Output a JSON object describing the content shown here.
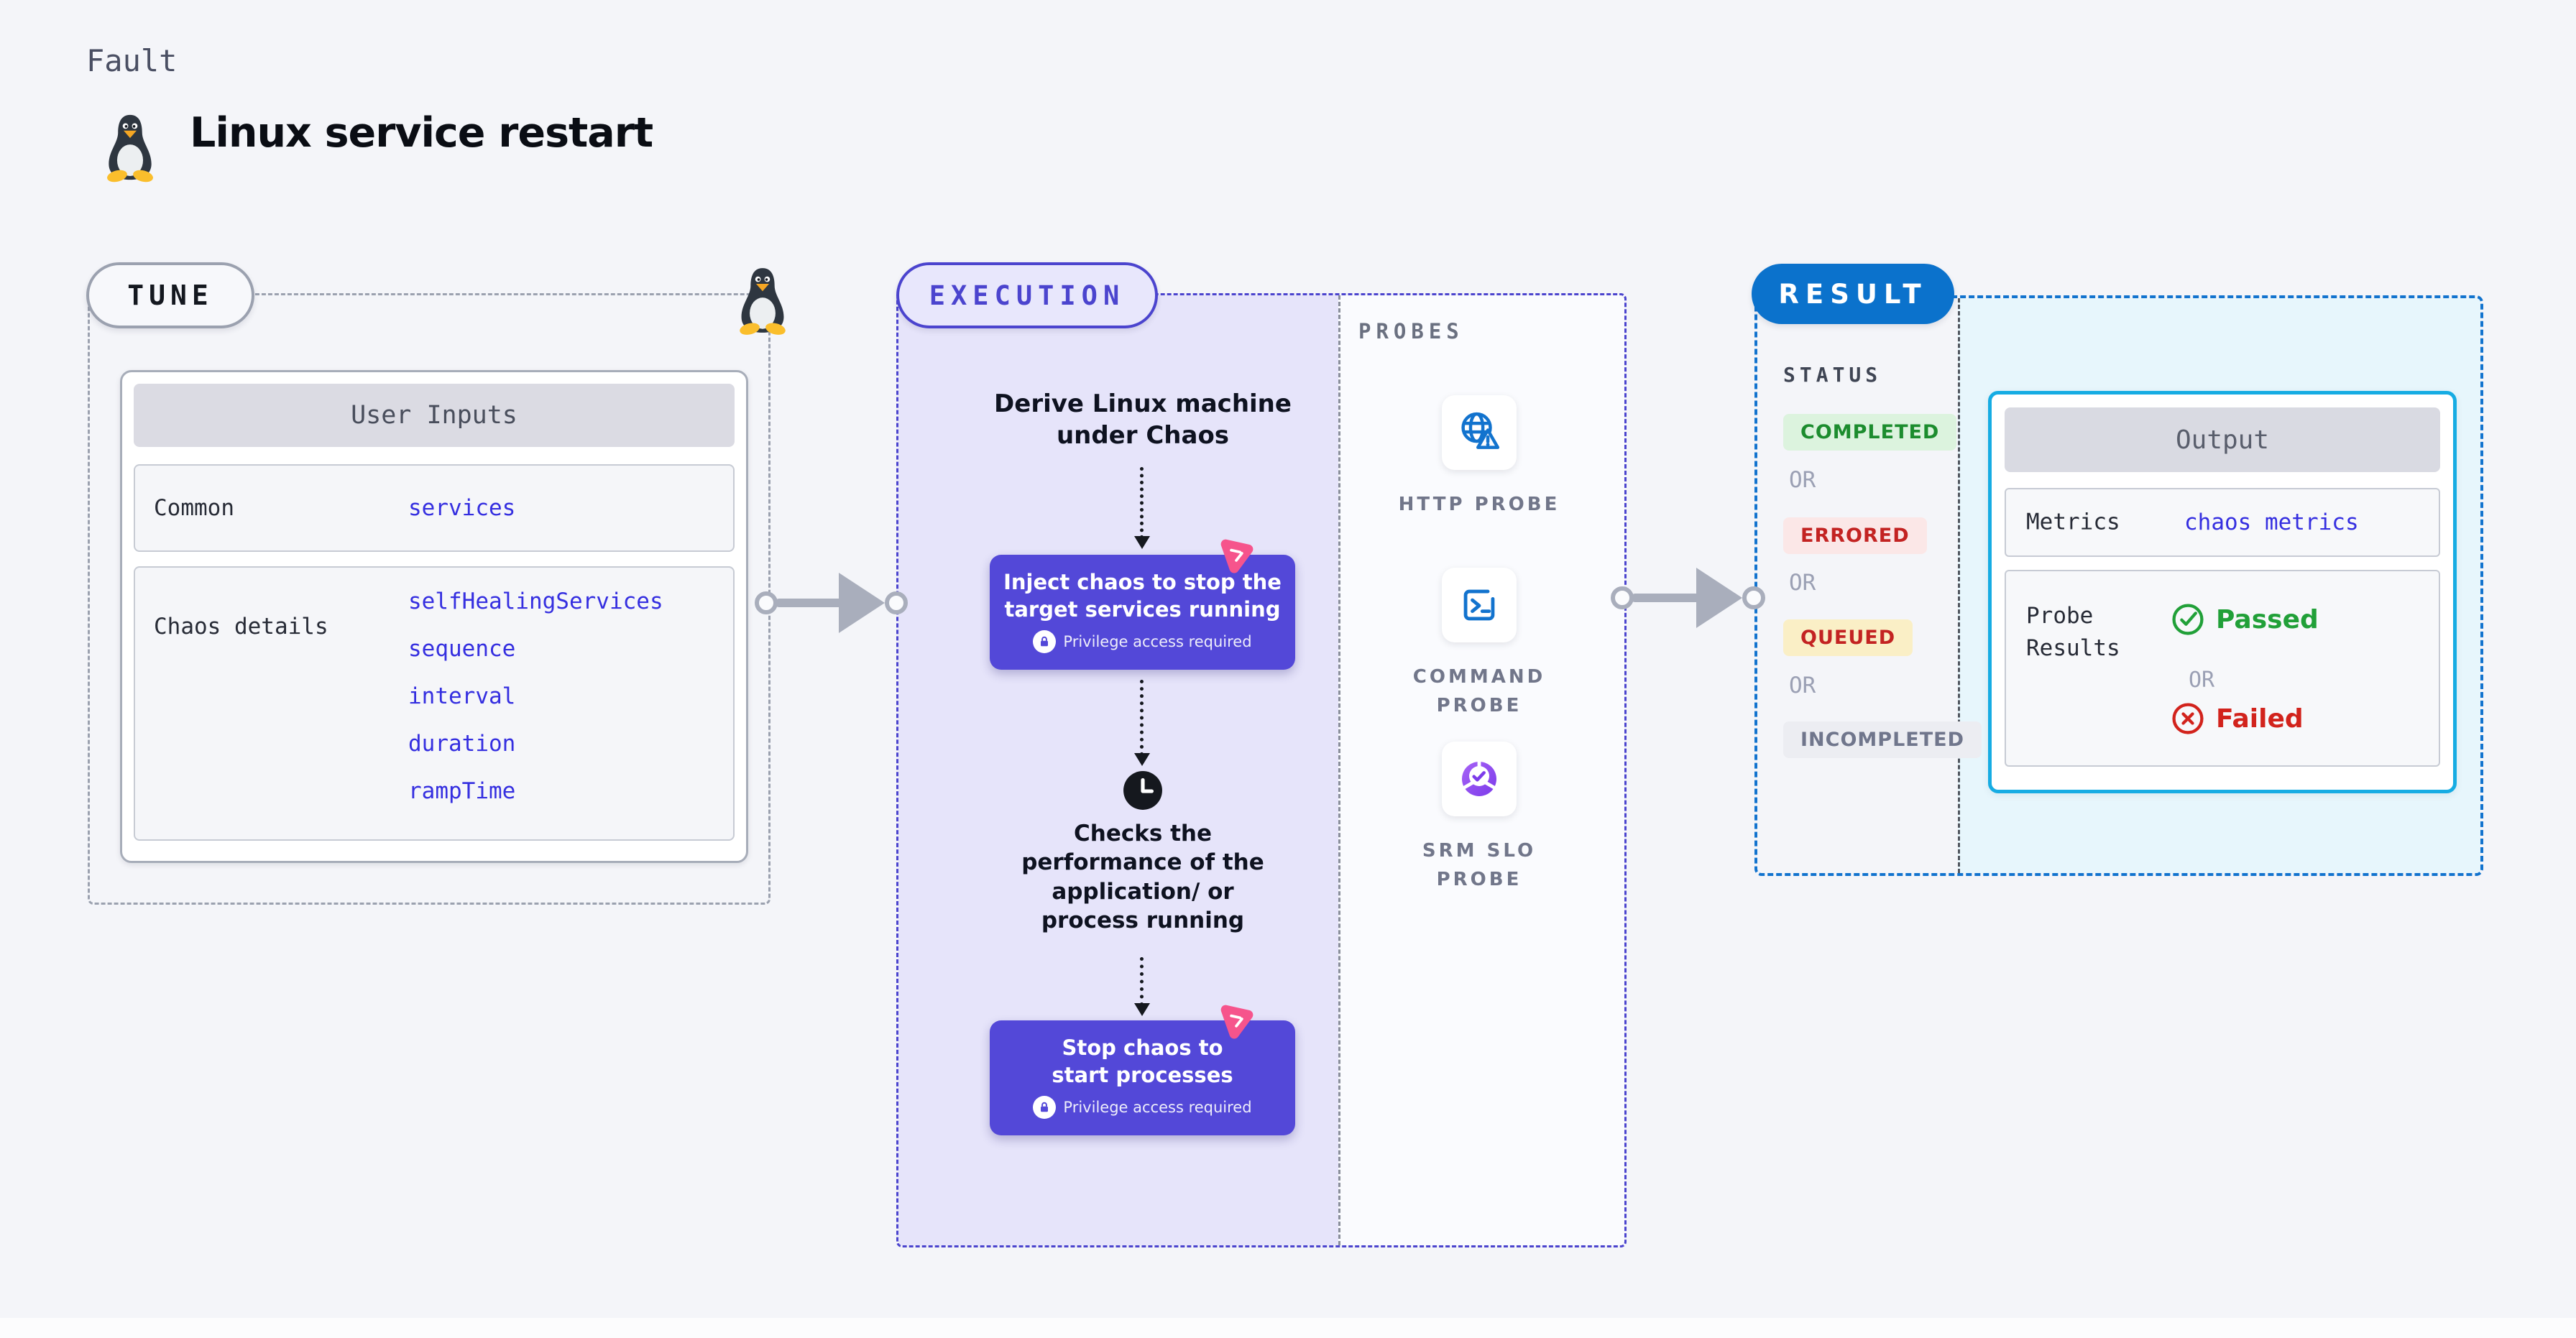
{
  "page": {
    "kicker": "Fault",
    "title": "Linux service restart"
  },
  "tune": {
    "badge": "TUNE",
    "table": {
      "header": "User Inputs",
      "rows": [
        {
          "label": "Common",
          "links": [
            "services"
          ]
        },
        {
          "label": "Chaos details",
          "links": [
            "selfHealingServices",
            "sequence",
            "interval",
            "duration",
            "rampTime"
          ]
        }
      ]
    }
  },
  "execution": {
    "badge": "EXECUTION",
    "steps": {
      "derive": "Derive Linux machine under Chaos",
      "inject": "Inject chaos to stop the target services running",
      "privilege": "Privilege access required",
      "checks": "Checks the performance of the application/ or process running",
      "stop": "Stop chaos to start processes"
    }
  },
  "probes": {
    "label": "PROBES",
    "items": [
      {
        "label": "HTTP PROBE",
        "icon": "globe-alert-icon"
      },
      {
        "label": "COMMAND PROBE",
        "icon": "terminal-icon"
      },
      {
        "label": "SRM SLO PROBE",
        "icon": "slo-donut-icon"
      }
    ]
  },
  "result": {
    "badge": "RESULT",
    "status_label": "STATUS",
    "or_label": "OR",
    "statuses": [
      {
        "label": "COMPLETED",
        "fg": "#1C8C2E",
        "bg": "#DCF3DE"
      },
      {
        "label": "ERRORED",
        "fg": "#C32322",
        "bg": "#FBE7E7"
      },
      {
        "label": "QUEUED",
        "fg": "#C32322",
        "bg": "#FAEFC6"
      },
      {
        "label": "INCOMPLETED",
        "fg": "#70768C",
        "bg": "#ECEDF2"
      }
    ],
    "output": {
      "header": "Output",
      "metrics_label": "Metrics",
      "metrics_link": "chaos metrics",
      "probe_results_label": "Probe Results",
      "passed": "Passed",
      "failed": "Failed"
    }
  },
  "colors": {
    "accent_indigo": "#4B44CE",
    "card_purple": "#5348D8",
    "link_blue": "#352FE0",
    "result_blue": "#0B72CC",
    "output_border_cyan": "#16ACE3",
    "probe_icon_blue": "#1273CE",
    "slo_purple": "#8B45F0",
    "chaos_pink": "#F6548C",
    "passed_green": "#21A038",
    "failed_red": "#D2231C",
    "arrow_gray": "#A9AEBC"
  }
}
